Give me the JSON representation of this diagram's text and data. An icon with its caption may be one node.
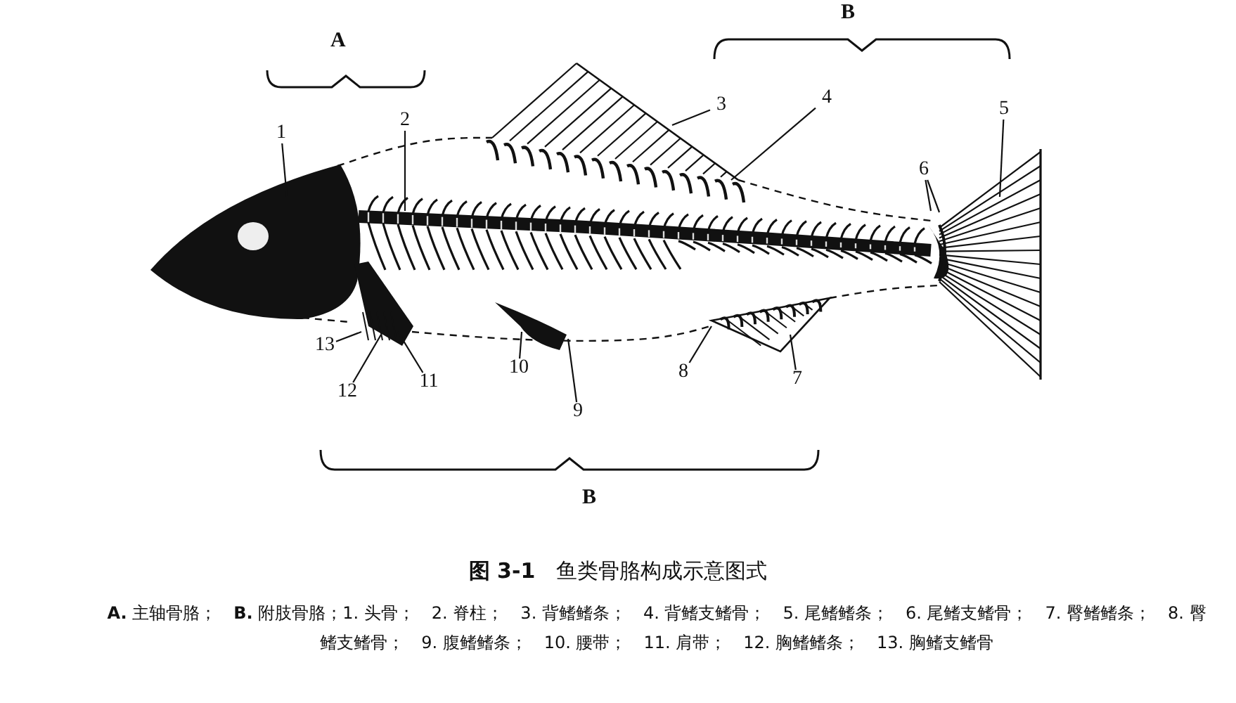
{
  "diagram": {
    "title": "**图 3-1**　鱼类骨胳构成示意图式",
    "caption": "**A.** 主轴骨胳；　**B.** 附肢骨胳；1. 头骨；　2. 脊柱；　3. 背鳍鳍条；　4. 背鳍支鳍骨；　5. 尾鳍鳍条；　6. 尾鳍支鳍骨；　7. 臀鳍鳍条；　8. 臀鳍支鳍骨；　9. 腹鳍鳍条；　10. 腰带；　11. 肩带；　12. 胸鳍鳍条；　13. 胸鳍支鳍骨",
    "nodes": [
      {
        "text": [
          "1"
        ]
      },
      {
        "text": [
          "2"
        ]
      },
      {
        "text": [
          "3"
        ]
      },
      {
        "text": [
          "4"
        ]
      },
      {
        "text": [
          "5"
        ]
      },
      {
        "text": [
          "6"
        ]
      },
      {
        "text": [
          "7"
        ]
      },
      {
        "text": [
          "8"
        ]
      },
      {
        "text": [
          "9"
        ]
      },
      {
        "text": [
          "10"
        ]
      },
      {
        "text": [
          "11"
        ]
      },
      {
        "text": [
          "12"
        ]
      },
      {
        "text": [
          "13"
        ]
      }
    ],
    "edges": [
      {
        "from": 0,
        "to": null,
        "arrow": "none"
      },
      {
        "from": 1,
        "to": null,
        "arrow": "none"
      },
      {
        "from": 2,
        "to": null,
        "arrow": "none"
      },
      {
        "from": 3,
        "to": null,
        "arrow": "none"
      },
      {
        "from": 4,
        "to": null,
        "arrow": "none"
      },
      {
        "from": 5,
        "to": null,
        "arrow": "none"
      },
      {
        "from": 5,
        "to": null,
        "arrow": "none"
      },
      {
        "from": 6,
        "to": null,
        "arrow": "none"
      },
      {
        "from": 7,
        "to": null,
        "arrow": "none"
      },
      {
        "from": 8,
        "to": null,
        "arrow": "none"
      },
      {
        "from": 9,
        "to": null,
        "arrow": "none"
      },
      {
        "from": 10,
        "to": null,
        "arrow": "none"
      },
      {
        "from": 11,
        "to": null,
        "arrow": "none"
      },
      {
        "from": 12,
        "to": null,
        "arrow": "none"
      }
    ],
    "labels": [
      "A",
      "B",
      "B"
    ]
  }
}
